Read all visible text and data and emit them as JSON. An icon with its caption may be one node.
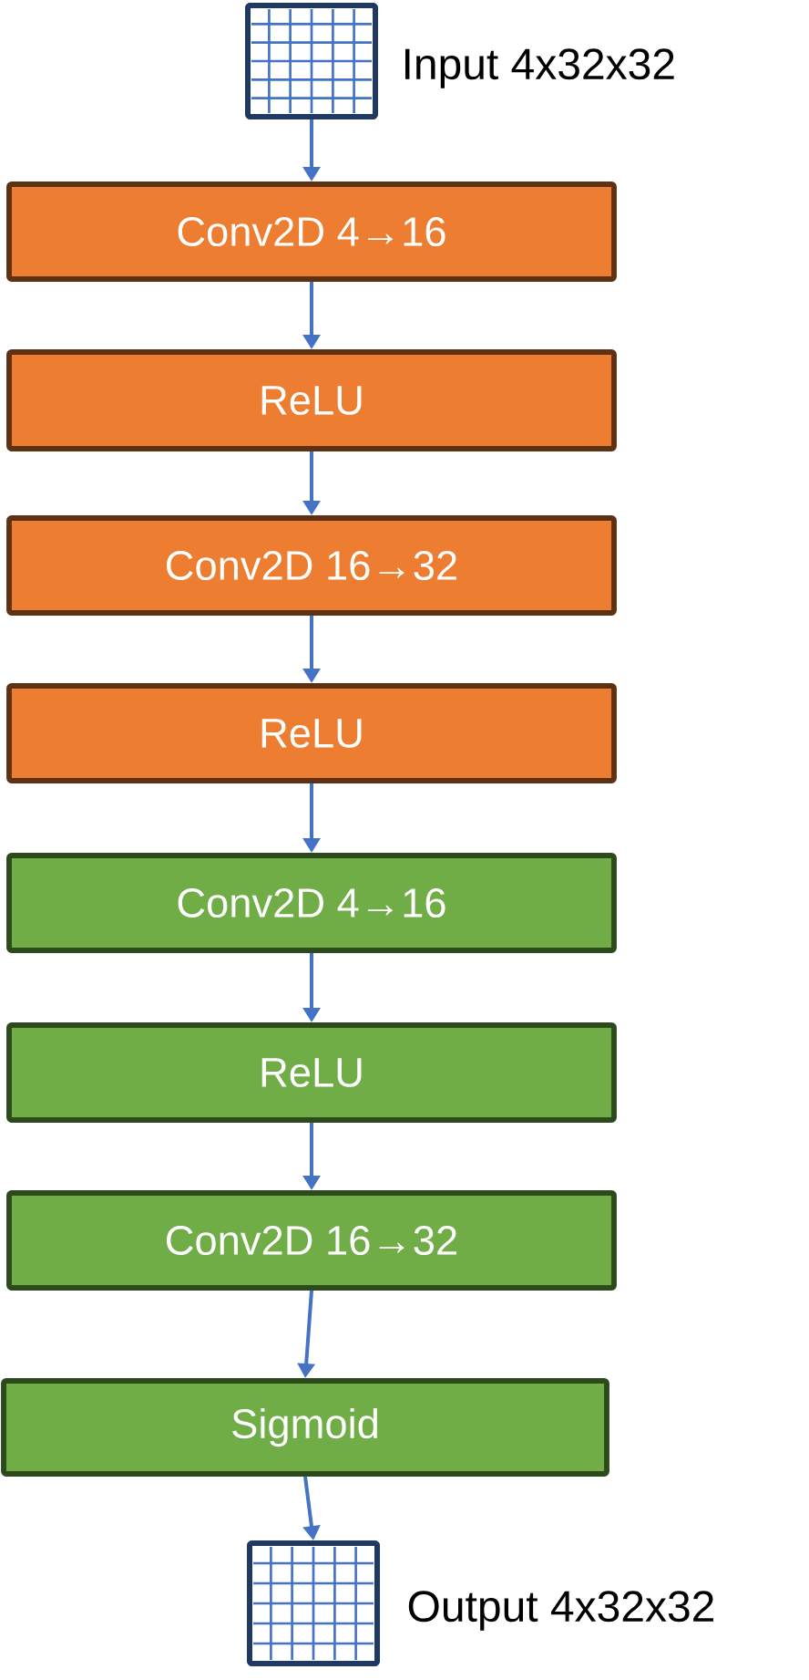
{
  "diagram": {
    "nodes": [
      {
        "text": [],
        "shape": "grid",
        "beside": [
          "Input 4x32x32"
        ]
      },
      {
        "text": [
          "Conv2D 4→16"
        ]
      },
      {
        "text": [
          "ReLU"
        ]
      },
      {
        "text": [
          "Conv2D 16→32"
        ]
      },
      {
        "text": [
          "ReLU"
        ]
      },
      {
        "text": [
          "Conv2D 4→16"
        ]
      },
      {
        "text": [
          "ReLU"
        ]
      },
      {
        "text": [
          "Conv2D 16→32"
        ]
      },
      {
        "text": [
          "Sigmoid"
        ]
      },
      {
        "text": [],
        "shape": "grid",
        "beside": [
          "Output 4x32x32"
        ]
      }
    ],
    "edges": [
      {
        "from": 0,
        "to": 1,
        "arrow": "to"
      },
      {
        "from": 1,
        "to": 2,
        "arrow": "to"
      },
      {
        "from": 2,
        "to": 3,
        "arrow": "to"
      },
      {
        "from": 3,
        "to": 4,
        "arrow": "to"
      },
      {
        "from": 4,
        "to": 5,
        "arrow": "to"
      },
      {
        "from": 5,
        "to": 6,
        "arrow": "to"
      },
      {
        "from": 6,
        "to": 7,
        "arrow": "to"
      },
      {
        "from": 7,
        "to": 8,
        "arrow": "to"
      },
      {
        "from": 8,
        "to": 9,
        "arrow": "to"
      }
    ]
  }
}
